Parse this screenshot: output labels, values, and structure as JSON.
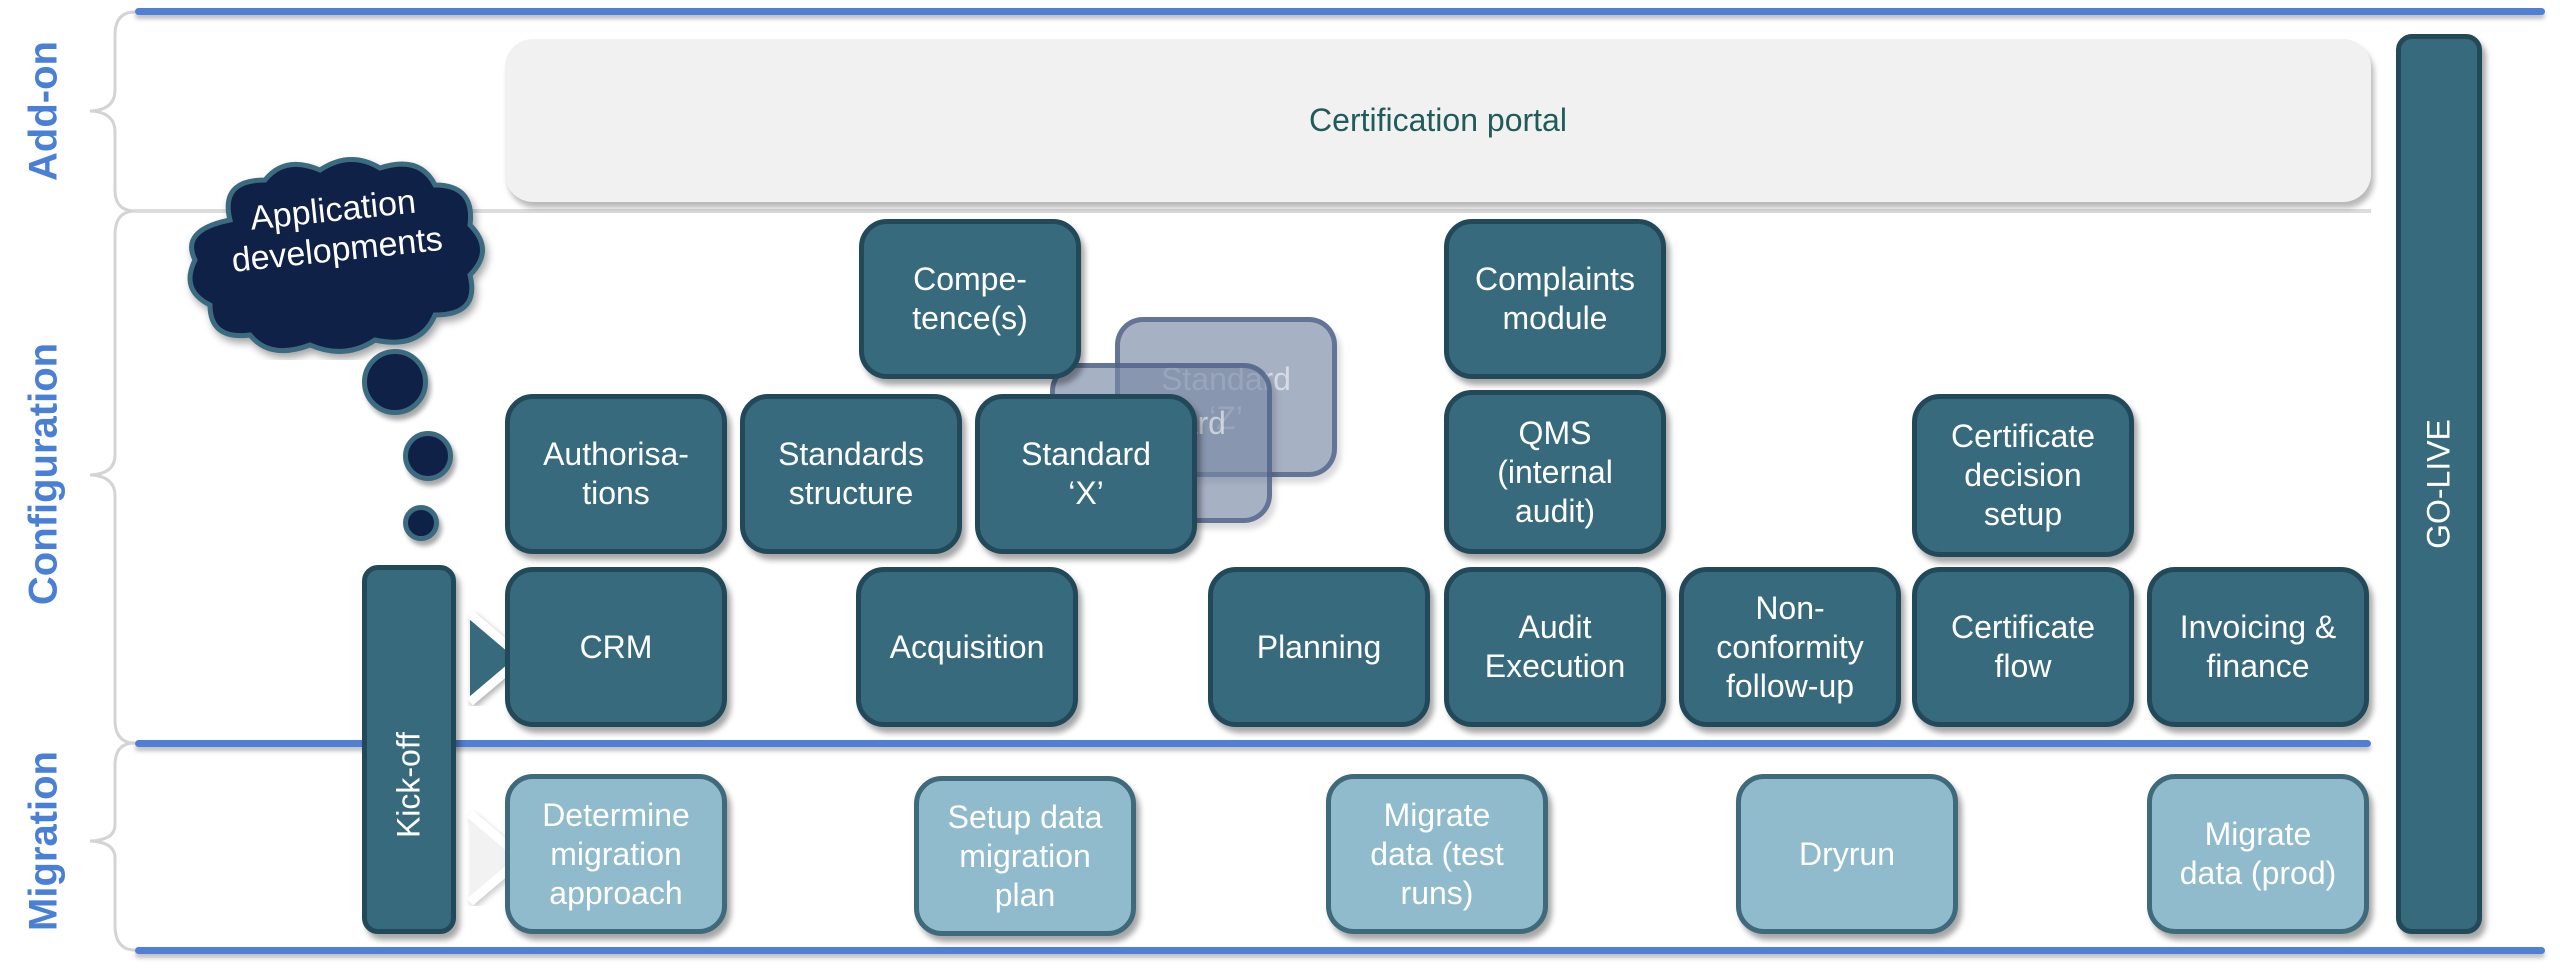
{
  "sections": {
    "addon": "Add-on",
    "configuration": "Configuration",
    "migration": "Migration"
  },
  "colors": {
    "accent_line": "#4f7fd6",
    "config_box": "#386a7e",
    "migration_box": "#8fbbcd",
    "cloud": "#0f2146",
    "portal_text": "#1e5b59"
  },
  "addon": {
    "portal": "Certification portal"
  },
  "cloud": {
    "text": "Application\ndevelopments"
  },
  "milestones": {
    "kickoff": "Kick-off",
    "golive": "GO-LIVE"
  },
  "configuration": {
    "competence": "Compe-\ntence(s)",
    "standard_z": "Standard\n‘Z’",
    "standard_y": "Standard\n‘Y’",
    "authorisations": "Authorisa-\ntions",
    "standards_structure": "Standards\nstructure",
    "standard_x": "Standard\n‘X’",
    "complaints": "Complaints\nmodule",
    "qms": "QMS\n(internal\naudit)",
    "certificate_decision": "Certificate\ndecision\nsetup",
    "crm": "CRM",
    "acquisition": "Acquisition",
    "planning": "Planning",
    "audit_execution": "Audit\nExecution",
    "nonconformity": "Non-\nconformity\nfollow-up",
    "certificate_flow": "Certificate\nflow",
    "invoicing": "Invoicing &\nfinance"
  },
  "migration": {
    "determine": "Determine\nmigration\napproach",
    "setup": "Setup data\nmigration\nplan",
    "migrate_test": "Migrate\ndata (test\nruns)",
    "dryrun": "Dryrun",
    "migrate_prod": "Migrate\ndata (prod)"
  }
}
